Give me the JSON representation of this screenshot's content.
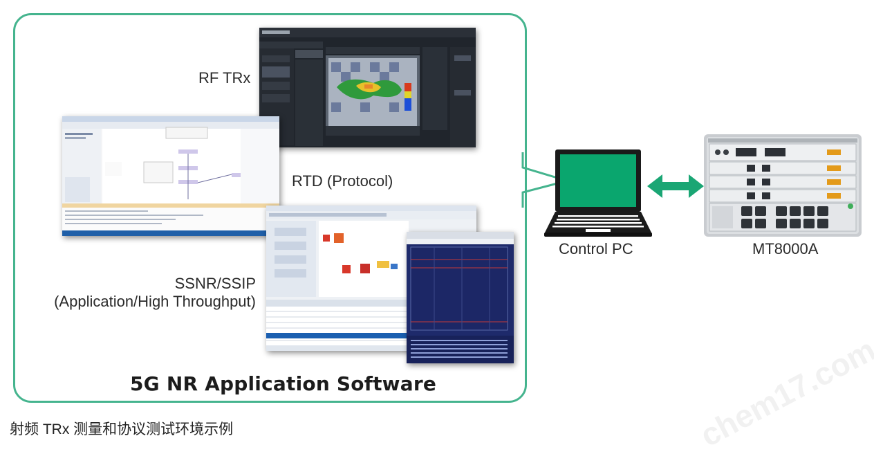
{
  "frame": {
    "title": "5G NR Application Software",
    "labels": {
      "rf_trx": "RF TRx",
      "rtd": "RTD (Protocol)",
      "ssnr_line1": "SSNR/SSIP",
      "ssnr_line2": "(Application/High Throughput)"
    }
  },
  "devices": {
    "pc_label": "Control PC",
    "tester_label": "MT8000A"
  },
  "caption": "射频 TRx 测量和协议测试环境示例",
  "watermark": "chem17.com",
  "colors": {
    "frame_green": "#45b48e",
    "arrow_green": "#1aa674",
    "laptop_screen": "#0aa66e"
  }
}
